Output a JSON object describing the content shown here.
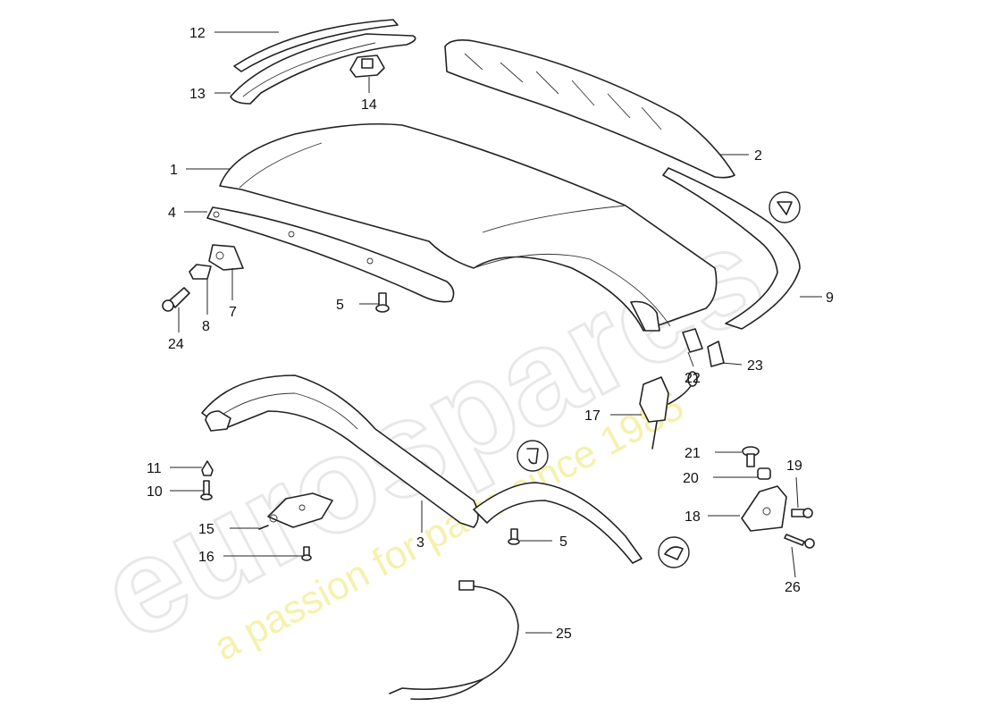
{
  "watermark": {
    "main": "eurospares",
    "tagline": "a passion for parts since 1985"
  },
  "callouts": {
    "c1": "1",
    "c2": "2",
    "c3": "3",
    "c4": "4",
    "c5a": "5",
    "c5b": "5",
    "c7": "7",
    "c8": "8",
    "c9": "9",
    "c10": "10",
    "c11": "11",
    "c12": "12",
    "c13": "13",
    "c14": "14",
    "c15": "15",
    "c16": "16",
    "c17": "17",
    "c18": "18",
    "c19": "19",
    "c20": "20",
    "c21": "21",
    "c22": "22",
    "c23": "23",
    "c24": "24",
    "c25": "25",
    "c26": "26"
  },
  "colors": {
    "line": "#222222",
    "watermark_outline": "#e8e8e8",
    "watermark_tagline": "#f3ee9a"
  }
}
